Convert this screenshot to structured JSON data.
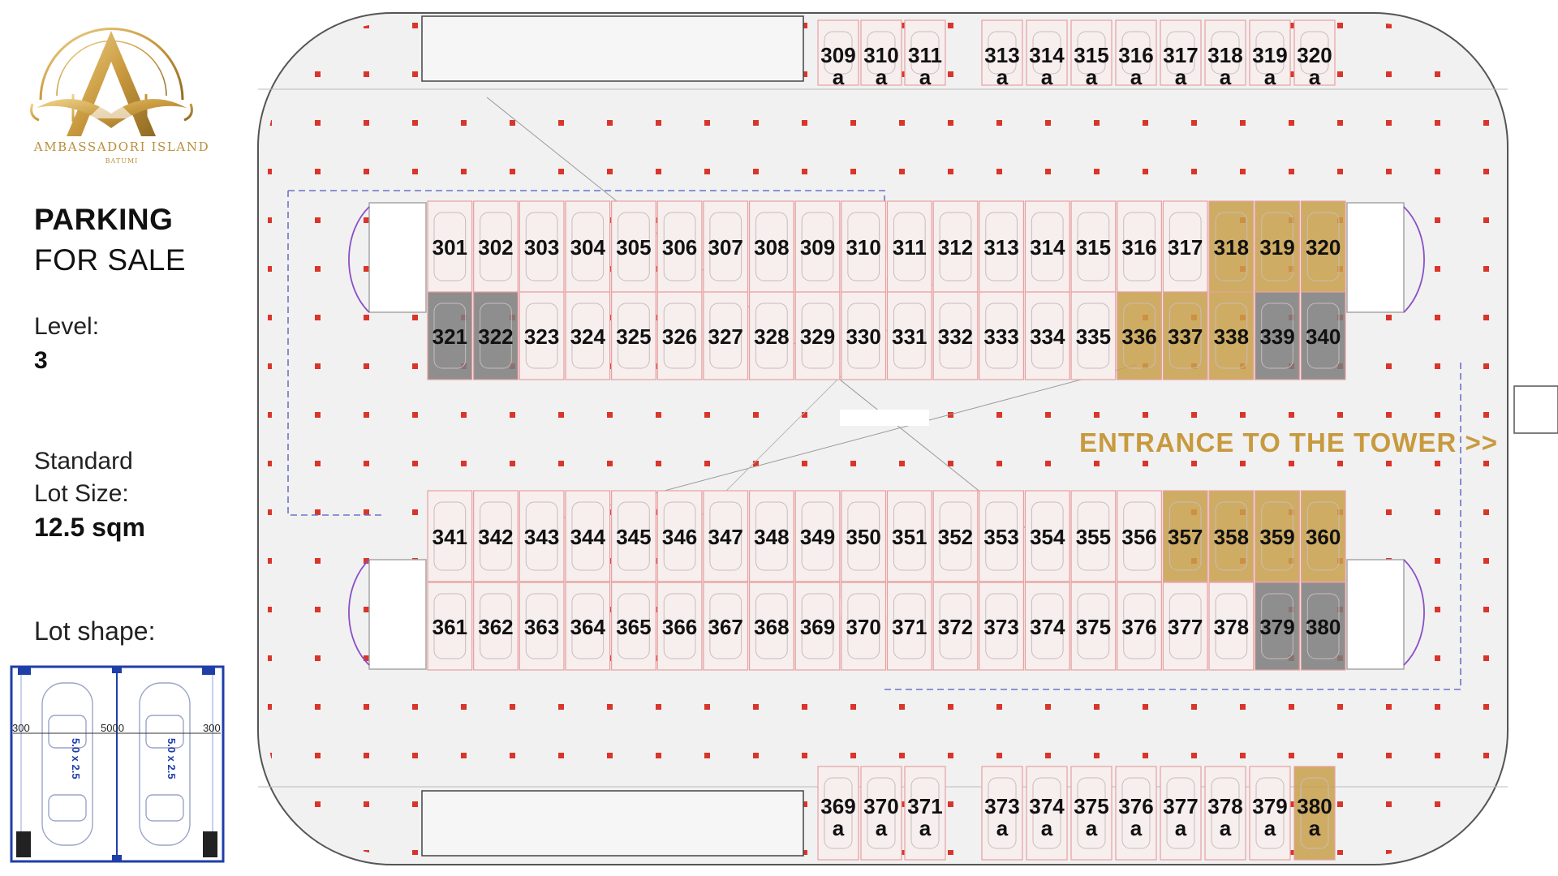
{
  "brand": {
    "name": "AMBASSADORI ISLAND",
    "city": "BATUMI"
  },
  "title": {
    "line1": "PARKING",
    "line2": "FOR SALE"
  },
  "level": {
    "label": "Level:",
    "value": "3"
  },
  "lot_size": {
    "line1": "Standard",
    "line2": "Lot Size:",
    "value": "12.5 sqm"
  },
  "lot_shape": {
    "label": "Lot shape:",
    "dims": {
      "left": "300",
      "middle": "5000",
      "right": "300",
      "slot1": "5.0 x 2.5",
      "slot2": "5.0 x 2.5"
    }
  },
  "entrance": "ENTRANCE TO THE TOWER >>",
  "colors": {
    "gold": "#c89a3e",
    "gold_fill": "#c9a04a",
    "gray_fill": "#7d7d7d",
    "red": "#d9352a",
    "pink": "#e8a0a0",
    "purple": "#8a4fc7"
  },
  "rows": [
    {
      "name": "top-edge-row",
      "labels": [
        "309",
        "310",
        "311",
        "313",
        "314",
        "315",
        "316",
        "317",
        "318",
        "319",
        "320"
      ],
      "sub": "a",
      "gold": [],
      "gray": []
    },
    {
      "name": "row-301",
      "labels": [
        "301",
        "302",
        "303",
        "304",
        "305",
        "306",
        "307",
        "308",
        "309",
        "310",
        "311",
        "312",
        "313",
        "314",
        "315",
        "316",
        "317",
        "318",
        "319",
        "320"
      ],
      "gold": [
        "318",
        "319",
        "320"
      ],
      "gray": []
    },
    {
      "name": "row-321",
      "labels": [
        "321",
        "322",
        "323",
        "324",
        "325",
        "326",
        "327",
        "328",
        "329",
        "330",
        "331",
        "332",
        "333",
        "334",
        "335",
        "336",
        "337",
        "338",
        "339",
        "340"
      ],
      "gold": [
        "336",
        "337",
        "338"
      ],
      "gray": [
        "321",
        "322",
        "339",
        "340"
      ]
    },
    {
      "name": "row-341",
      "labels": [
        "341",
        "342",
        "343",
        "344",
        "345",
        "346",
        "347",
        "348",
        "349",
        "350",
        "351",
        "352",
        "353",
        "354",
        "355",
        "356",
        "357",
        "358",
        "359",
        "360"
      ],
      "gold": [
        "357",
        "358",
        "359",
        "360"
      ],
      "gray": []
    },
    {
      "name": "row-361",
      "labels": [
        "361",
        "362",
        "363",
        "364",
        "365",
        "366",
        "367",
        "368",
        "369",
        "370",
        "371",
        "372",
        "373",
        "374",
        "375",
        "376",
        "377",
        "378",
        "379",
        "380"
      ],
      "gold": [],
      "gray": [
        "379",
        "380"
      ]
    },
    {
      "name": "bottom-edge-row",
      "labels": [
        "369",
        "370",
        "371",
        "373",
        "374",
        "375",
        "376",
        "377",
        "378",
        "379",
        "380"
      ],
      "sub": "a",
      "gold": [
        "380"
      ],
      "gray": []
    }
  ]
}
